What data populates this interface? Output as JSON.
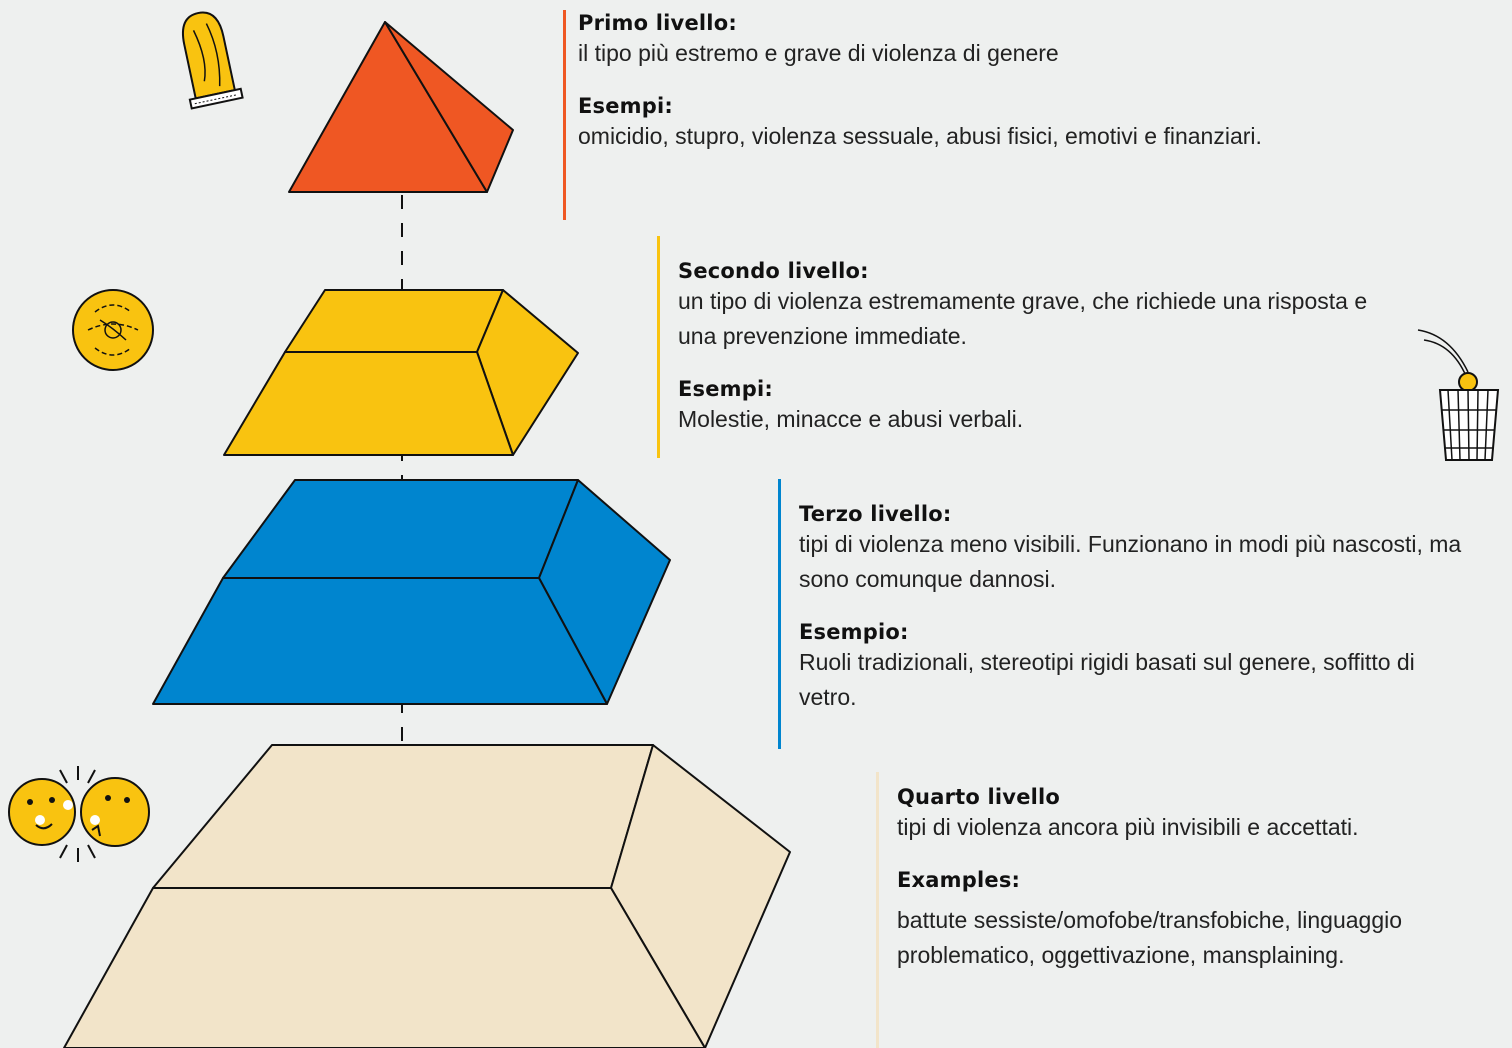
{
  "levels": [
    {
      "heading": "Primo livello:",
      "description": "il tipo più estremo e grave di violenza di genere",
      "examples_heading": "Esempi:",
      "examples": "omicidio, stupro, violenza sessuale, abusi fisici, emotivi e finanziari.",
      "color": "#ef5723"
    },
    {
      "heading": "Secondo livello:",
      "description": "un tipo di violenza estremamente grave, che richiede una risposta e una prevenzione immediate.",
      "examples_heading": "Esempi:",
      "examples": "Molestie, minacce e abusi verbali.",
      "color": "#f9c310"
    },
    {
      "heading": "Terzo livello:",
      "description": "tipi di violenza meno visibili. Funzionano in modi più nascosti, ma sono comunque dannosi.",
      "examples_heading": "Esempio:",
      "examples": "Ruoli tradizionali, stereotipi rigidi basati sul genere, soffitto di vetro.",
      "color": "#0085cf"
    },
    {
      "heading": "Quarto livello",
      "description": "tipi di violenza ancora più invisibili e accettati.",
      "examples_heading": "Examples:",
      "examples": "battute sessiste/omofobe/transfobiche, linguaggio problematico, oggettivazione, mansplaining.",
      "color": "#f2e4c9"
    }
  ],
  "icons": [
    "ice-cream-icon",
    "yarn-ball-icon",
    "trash-bin-icon",
    "faces-icon"
  ]
}
